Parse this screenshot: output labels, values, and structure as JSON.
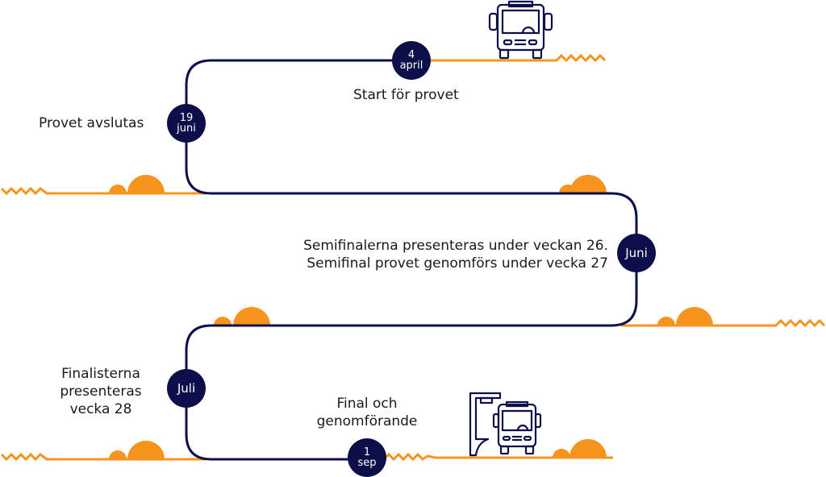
{
  "colors": {
    "path": "#0d0f4a",
    "accent": "#f7941d",
    "text": "#1a1a1a"
  },
  "milestones": [
    {
      "id": "start",
      "date_top": "4",
      "date_bottom": "april",
      "label": "Start för provet"
    },
    {
      "id": "end-test",
      "date_top": "19",
      "date_bottom": "juni",
      "label": "Provet avslutas"
    },
    {
      "id": "semifinal",
      "date_top": "Juni",
      "date_bottom": "",
      "label_lines": [
        "Semifinalerna presenteras under veckan 26.",
        "Semifinal provet genomförs under vecka 27"
      ]
    },
    {
      "id": "finalists",
      "date_top": "Juli",
      "date_bottom": "",
      "label_lines": [
        "Finalisterna",
        "presenteras",
        "vecka 28"
      ]
    },
    {
      "id": "final",
      "date_top": "1",
      "date_bottom": "sep",
      "label_lines": [
        "Final och",
        "genomförande"
      ]
    }
  ],
  "icons": [
    "bus-icon",
    "bus-stop-icon"
  ]
}
